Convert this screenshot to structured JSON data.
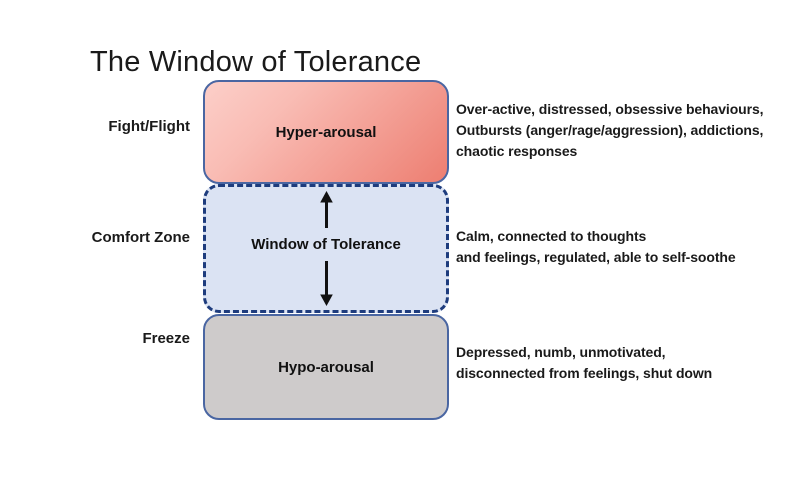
{
  "title": "The Window of Tolerance",
  "colors": {
    "hyper_gradient_start": "#fccfc9",
    "hyper_gradient_end": "#ed7e71",
    "window_fill": "#dbe3f3",
    "hypo_fill": "#cecbcb",
    "solid_border": "#4a66a2",
    "dashed_border": "#1e3c7d",
    "arrow": "#111111",
    "text": "#1a1a1a"
  },
  "icons": {
    "up_arrow": "arrow-up",
    "down_arrow": "arrow-down"
  },
  "zones": {
    "hyper": {
      "side_label": "Fight/Flight",
      "box_label": "Hyper-arousal",
      "desc": [
        "Over-active, distressed, obsessive behaviours,",
        "Outbursts (anger/rage/aggression), addictions,",
        "chaotic responses"
      ]
    },
    "window": {
      "side_label": "Comfort Zone",
      "box_label": "Window of Tolerance",
      "desc": [
        "Calm, connected to thoughts",
        "and feelings, regulated, able to self-soothe"
      ]
    },
    "hypo": {
      "side_label": "Freeze",
      "box_label": "Hypo-arousal",
      "desc": [
        "Depressed, numb, unmotivated,",
        "disconnected from feelings, shut down"
      ]
    }
  }
}
